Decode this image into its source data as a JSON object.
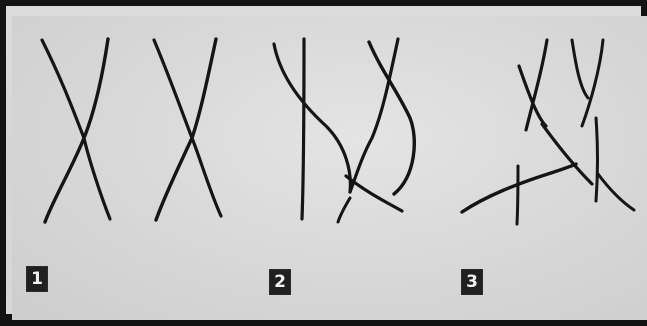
{
  "figure": {
    "panels": [
      {
        "label": "1"
      },
      {
        "label": "2"
      },
      {
        "label": "3"
      }
    ]
  }
}
